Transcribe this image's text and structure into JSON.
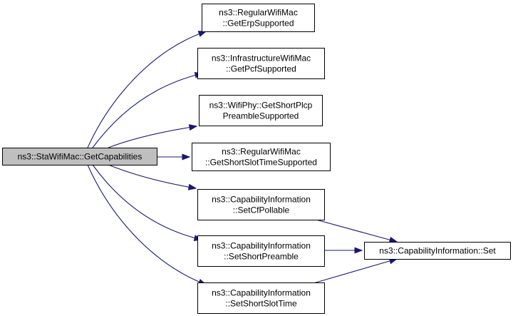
{
  "diagram": {
    "nodes": [
      {
        "id": "root",
        "lines": [
          "ns3::StaWifiMac::GetCapabilities"
        ]
      },
      {
        "id": "erp",
        "lines": [
          "ns3::RegularWifiMac",
          "::GetErpSupported"
        ]
      },
      {
        "id": "pcf",
        "lines": [
          "ns3::InfrastructureWifiMac",
          "::GetPcfSupported"
        ]
      },
      {
        "id": "plcp",
        "lines": [
          "ns3::WifiPhy::GetShortPlcp",
          "PreambleSupported"
        ]
      },
      {
        "id": "slotsup",
        "lines": [
          "ns3::RegularWifiMac",
          "::GetShortSlotTimeSupported"
        ]
      },
      {
        "id": "cfpoll",
        "lines": [
          "ns3::CapabilityInformation",
          "::SetCfPollable"
        ]
      },
      {
        "id": "shortpre",
        "lines": [
          "ns3::CapabilityInformation",
          "::SetShortPreamble"
        ]
      },
      {
        "id": "shortslot",
        "lines": [
          "ns3::CapabilityInformation",
          "::SetShortSlotTime"
        ]
      },
      {
        "id": "set",
        "lines": [
          "ns3::CapabilityInformation::Set"
        ]
      }
    ],
    "edges": [
      {
        "from": "root",
        "to": "erp"
      },
      {
        "from": "root",
        "to": "pcf"
      },
      {
        "from": "root",
        "to": "plcp"
      },
      {
        "from": "root",
        "to": "slotsup"
      },
      {
        "from": "root",
        "to": "cfpoll"
      },
      {
        "from": "root",
        "to": "shortpre"
      },
      {
        "from": "root",
        "to": "shortslot"
      },
      {
        "from": "cfpoll",
        "to": "set"
      },
      {
        "from": "shortpre",
        "to": "set"
      },
      {
        "from": "shortslot",
        "to": "set"
      }
    ],
    "colors": {
      "edge": "#191970",
      "root_fill": "#bfbfbf",
      "node_fill": "#ffffff",
      "border": "#000000"
    }
  }
}
